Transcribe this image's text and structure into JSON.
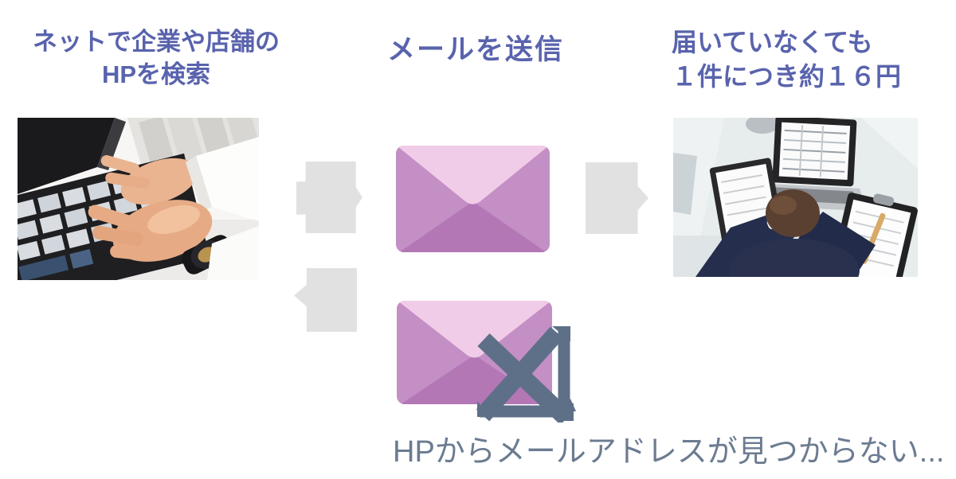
{
  "palette": {
    "heading_text": "#5963ad",
    "caption_text": "#6b7b91",
    "arrow_gray": "#e2e1e2",
    "envelope_side": "#c38fc5",
    "envelope_flap": "#f1cce8",
    "envelope_bottom": "#b377b6",
    "x_mark": "#5e7088"
  },
  "steps": {
    "search": {
      "title_line1": "ネットで企業や店舗の",
      "title_line2": "HPを検索",
      "photo": "hands-typing-on-laptop"
    },
    "send": {
      "title": "メールを送信",
      "icon": "envelope-icon"
    },
    "cost": {
      "title_line1": "届いていなくても",
      "title_line2": "１件につき約１６円",
      "photo": "worker-head-down-at-desk"
    },
    "fail": {
      "icon": "envelope-crossed-icon",
      "caption": "HPからメールアドレスが見つからない..."
    }
  },
  "icons": {
    "arrow_right": "arrow-right-icon",
    "arrow_left": "arrow-left-icon",
    "envelope": "envelope-icon",
    "x_mark": "x-mark-icon"
  }
}
